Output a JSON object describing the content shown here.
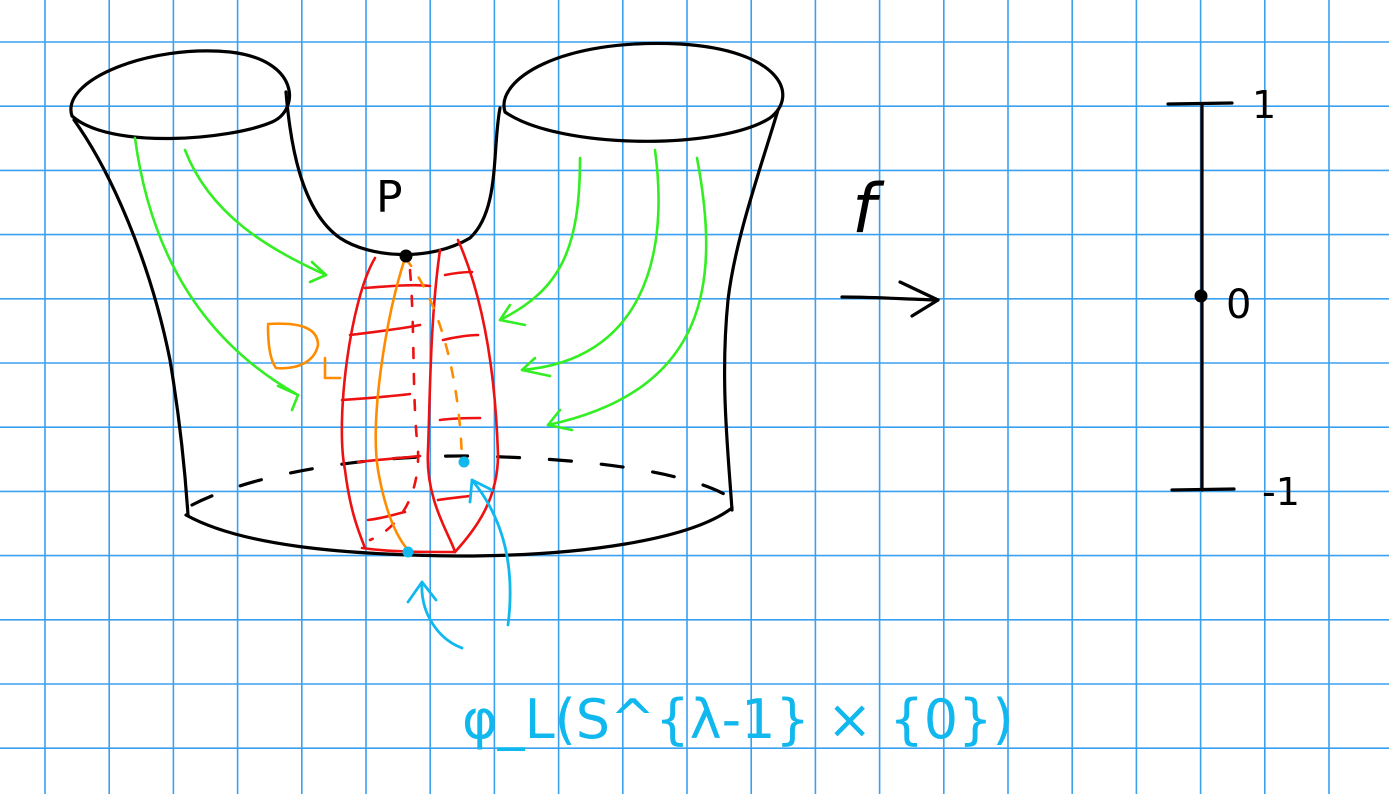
{
  "colors": {
    "grid": "#3aa0f0",
    "outline": "#000000",
    "flow_arrows": "#33ee22",
    "handle": "#ee1111",
    "disc": "#ff8c00",
    "attaching_sphere": "#11b8ee"
  },
  "labels": {
    "critical_point": "P",
    "disc": "D_L",
    "map": "f",
    "interval_top": "1",
    "interval_mid": "0",
    "interval_bottom": "-1",
    "sphere_label": "φ_L(S^{λ-1} × {0})"
  }
}
